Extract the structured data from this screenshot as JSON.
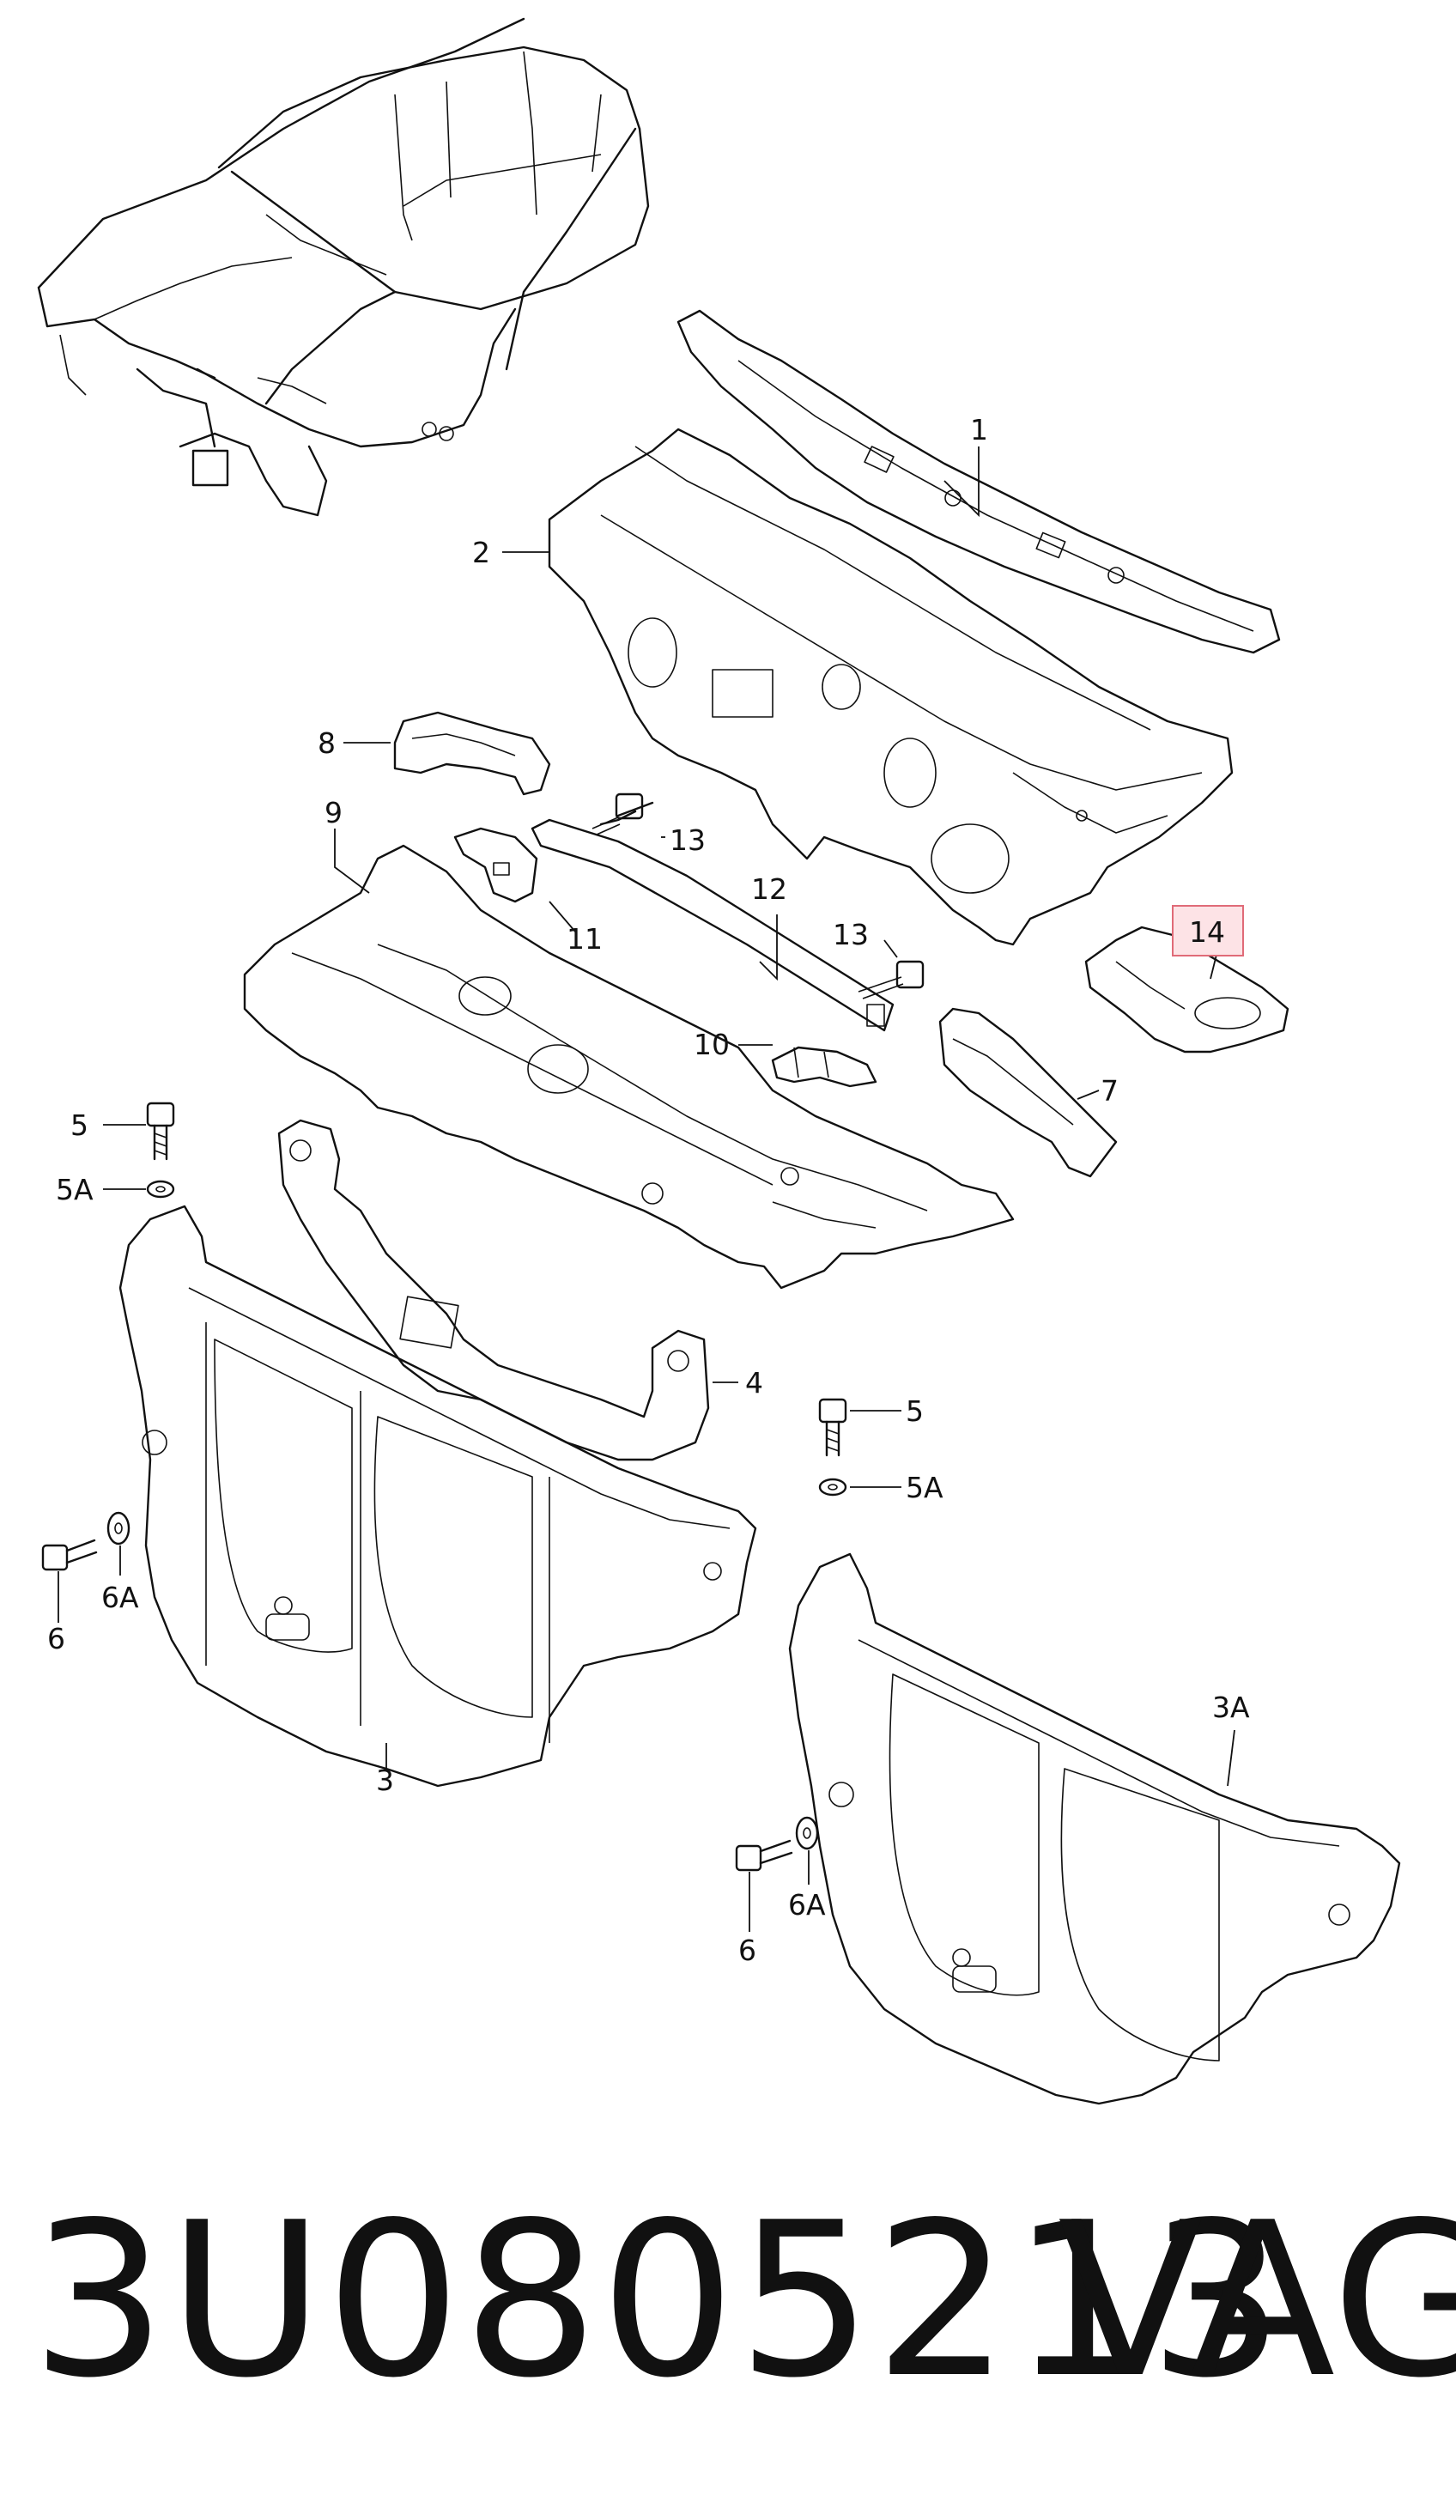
{
  "diagram": {
    "callouts": {
      "c1": "1",
      "c2": "2",
      "c3": "3",
      "c3a": "3A",
      "c4": "4",
      "c5_left": "5",
      "c5a_left": "5A",
      "c5_right": "5",
      "c5a_right": "5A",
      "c6_left": "6",
      "c6a_left": "6A",
      "c6_right": "6",
      "c6a_right": "6A",
      "c7": "7",
      "c8": "8",
      "c9": "9",
      "c10": "10",
      "c11": "11",
      "c12": "12",
      "c13_top": "13",
      "c13_mid": "13",
      "c14": "14"
    },
    "highlighted_callout": "14",
    "highlight_color": "#fde3e6",
    "highlight_border_color": "#e06b78"
  },
  "footer": {
    "part_number": "3U0805213",
    "brand": "VAG"
  }
}
